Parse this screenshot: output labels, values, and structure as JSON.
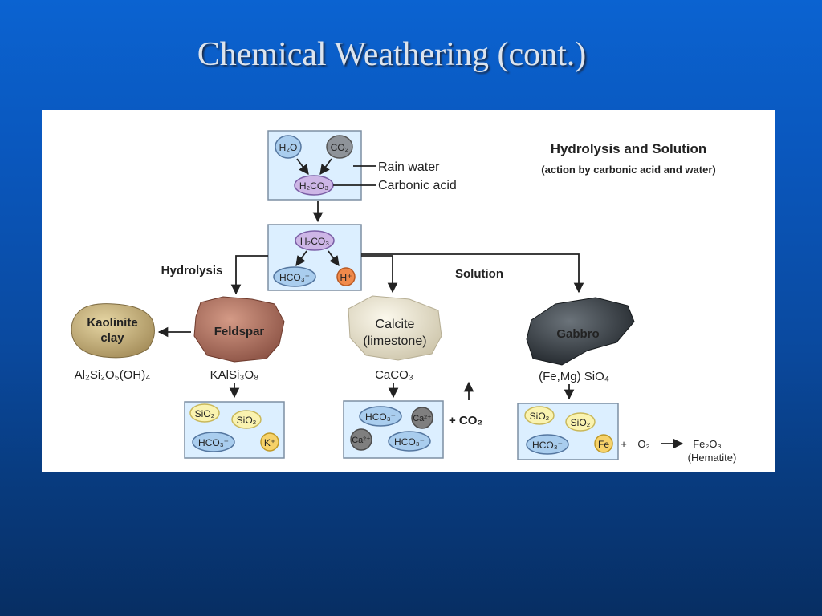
{
  "slide": {
    "title": "Chemical Weathering (cont.)"
  },
  "diagram": {
    "title": "Hydrolysis and Solution",
    "subtitle": "(action by carbonic acid and water)",
    "labels": {
      "rain_water": "Rain water",
      "carbonic_acid": "Carbonic acid",
      "hydrolysis": "Hydrolysis",
      "solution": "Solution"
    },
    "top_box": {
      "h2o": "H₂O",
      "co2": "CO₂",
      "h2co3": "H₂CO₃"
    },
    "mid_box": {
      "h2co3": "H₂CO₃",
      "hco3": "HCO₃⁻",
      "hplus": "H⁺"
    },
    "rocks": {
      "kaolinite": {
        "line1": "Kaolinite",
        "line2": "clay",
        "formula": "Al₂Si₂O₅(OH)₄"
      },
      "feldspar": {
        "name": "Feldspar",
        "formula": "KAlSi₃O₈"
      },
      "calcite": {
        "line1": "Calcite",
        "line2": "(limestone)",
        "formula": "CaCO₃"
      },
      "gabbro": {
        "name": "Gabbro",
        "formula": "(Fe,Mg) SiO₄"
      }
    },
    "feldspar_box": {
      "sio2_a": "SiO₂",
      "sio2_b": "SiO₂",
      "hco3": "HCO₃⁻",
      "kplus": "K⁺"
    },
    "calcite_box": {
      "hco3_a": "HCO₃⁻",
      "ca_a": "Ca²⁺",
      "ca_b": "Ca²⁺",
      "hco3_b": "HCO₃⁻",
      "co2_release": "+ CO₂"
    },
    "gabbro_box": {
      "sio2_a": "SiO₂",
      "sio2_b": "SiO₂",
      "hco3": "HCO₃⁻",
      "fe": "Fe"
    },
    "oxidation": {
      "plus": "+",
      "o2": "O₂",
      "product": "Fe₂O₃",
      "product_name": "(Hematite)"
    }
  },
  "colors": {
    "box_fill": "#dcefff",
    "box_stroke": "#7d8fa3",
    "water": "#a9cdee",
    "co2": "#8e9399",
    "acid": "#cdb6e6",
    "hplus": "#f08a4b",
    "silica": "#faf3b0",
    "kplus": "#f6d26a",
    "calcium": "#7f7f7f"
  }
}
